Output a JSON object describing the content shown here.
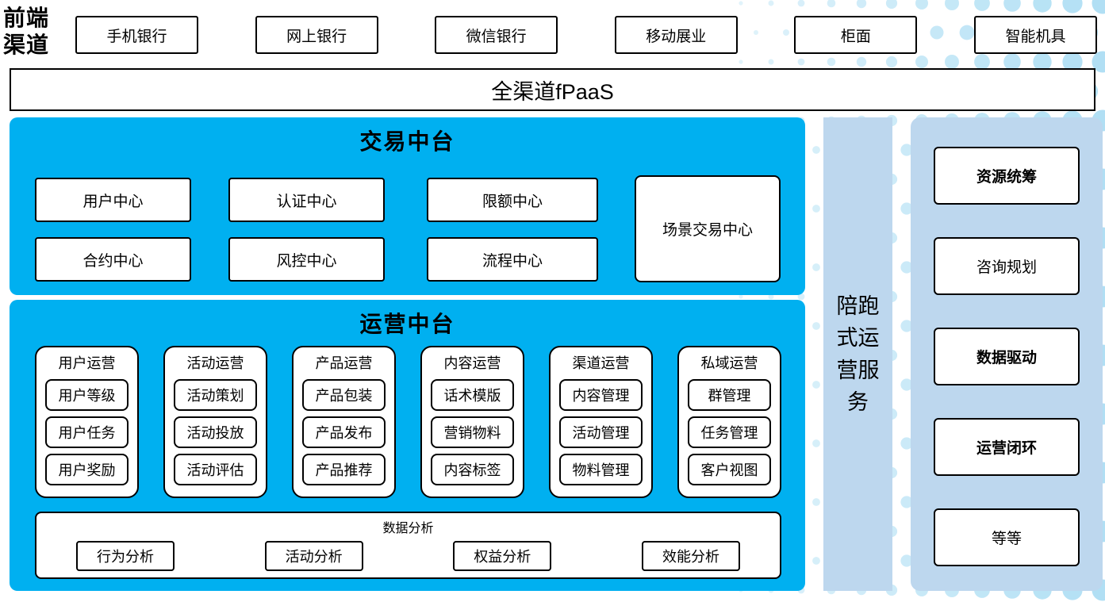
{
  "colors": {
    "accent_blue": "#00b0f0",
    "panel_blue": "#bdd7ee",
    "dot": "#a8dcf3",
    "box_border": "#000000"
  },
  "front_channels": {
    "label": "前端渠道",
    "items": [
      "手机银行",
      "网上银行",
      "微信银行",
      "移动展业",
      "柜面",
      "智能机具"
    ]
  },
  "fpaas": {
    "label": "全渠道fPaaS"
  },
  "trade_platform": {
    "title": "交易中台",
    "centers": [
      "用户中心",
      "认证中心",
      "限额中心",
      "合约中心",
      "风控中心",
      "流程中心"
    ],
    "scene_center": "场景交易中心"
  },
  "operation_platform": {
    "title": "运营中台",
    "columns": [
      {
        "title": "用户运营",
        "items": [
          "用户等级",
          "用户任务",
          "用户奖励"
        ]
      },
      {
        "title": "活动运营",
        "items": [
          "活动策划",
          "活动投放",
          "活动评估"
        ]
      },
      {
        "title": "产品运营",
        "items": [
          "产品包装",
          "产品发布",
          "产品推荐"
        ]
      },
      {
        "title": "内容运营",
        "items": [
          "话术模版",
          "营销物料",
          "内容标签"
        ]
      },
      {
        "title": "渠道运营",
        "items": [
          "内容管理",
          "活动管理",
          "物料管理"
        ]
      },
      {
        "title": "私域运营",
        "items": [
          "群管理",
          "任务管理",
          "客户视图"
        ]
      }
    ],
    "data_analysis": {
      "title": "数据分析",
      "items": [
        "行为分析",
        "活动分析",
        "权益分析",
        "效能分析"
      ]
    }
  },
  "side_service": {
    "label": "陪跑式运营服务"
  },
  "right_panel": {
    "items": [
      {
        "label": "资源统筹",
        "bold": true
      },
      {
        "label": "咨询规划",
        "bold": false
      },
      {
        "label": "数据驱动",
        "bold": true
      },
      {
        "label": "运营闭环",
        "bold": true
      },
      {
        "label": "等等",
        "bold": false
      }
    ]
  }
}
